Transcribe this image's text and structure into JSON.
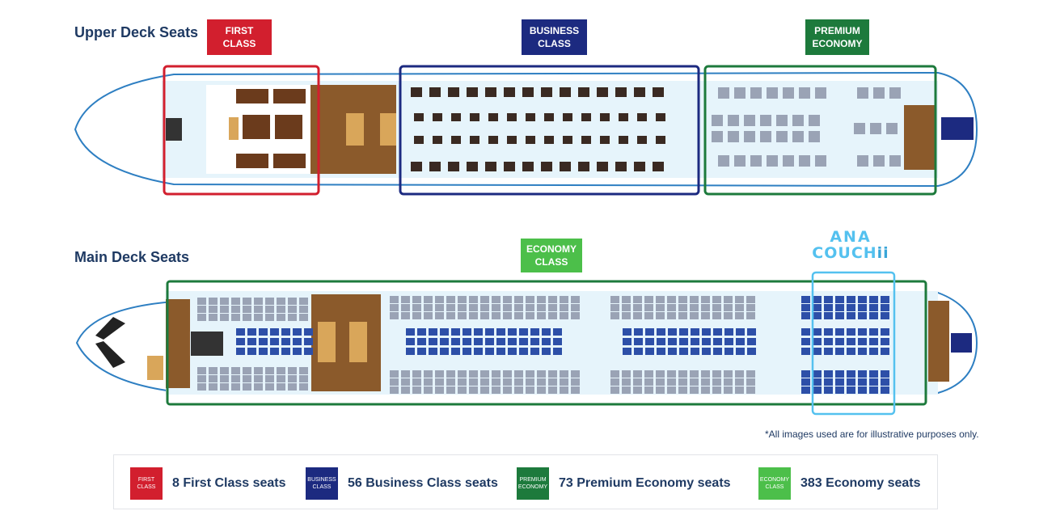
{
  "upper_deck": {
    "title": "Upper Deck Seats",
    "tags": [
      {
        "line1": "FIRST",
        "line2": "CLASS",
        "color": "#d21f2e"
      },
      {
        "line1": "BUSINESS",
        "line2": "CLASS",
        "color": "#1c2a80"
      },
      {
        "line1": "PREMIUM",
        "line2": "ECONOMY",
        "color": "#1d7a3c"
      }
    ]
  },
  "main_deck": {
    "title": "Main Deck Seats",
    "tags": [
      {
        "line1": "ECONOMY",
        "line2": "CLASS",
        "color": "#4cbf4a"
      }
    ],
    "logo": {
      "line1": "ANA",
      "line2": "COUCH",
      "suffix": "ii"
    }
  },
  "note": "*All images used are for illustrative purposes only.",
  "legend": [
    {
      "swatch_line1": "FIRST",
      "swatch_line2": "CLASS",
      "label": "8 First Class seats",
      "color": "#d21f2e"
    },
    {
      "swatch_line1": "BUSINESS",
      "swatch_line2": "CLASS",
      "label": "56 Business Class seats",
      "color": "#1c2a80"
    },
    {
      "swatch_line1": "PREMIUM",
      "swatch_line2": "ECONOMY",
      "label": "73 Premium Economy seats",
      "color": "#1d7a3c"
    },
    {
      "swatch_line1": "ECONOMY",
      "swatch_line2": "CLASS",
      "label": "383 Economy seats",
      "color": "#4cbf4a"
    }
  ],
  "colors": {
    "cabin_fill": "#e6f4fb",
    "fuselage_stroke": "#2e7fc2",
    "galley_wood": "#8b5a2b",
    "galley_light": "#d9a65a",
    "economy_seat": "#2d4fa8",
    "economy_seat_grey": "#9aa3b5",
    "business_seat": "#3a2a22",
    "couchii_frame": "#54c1ef"
  }
}
